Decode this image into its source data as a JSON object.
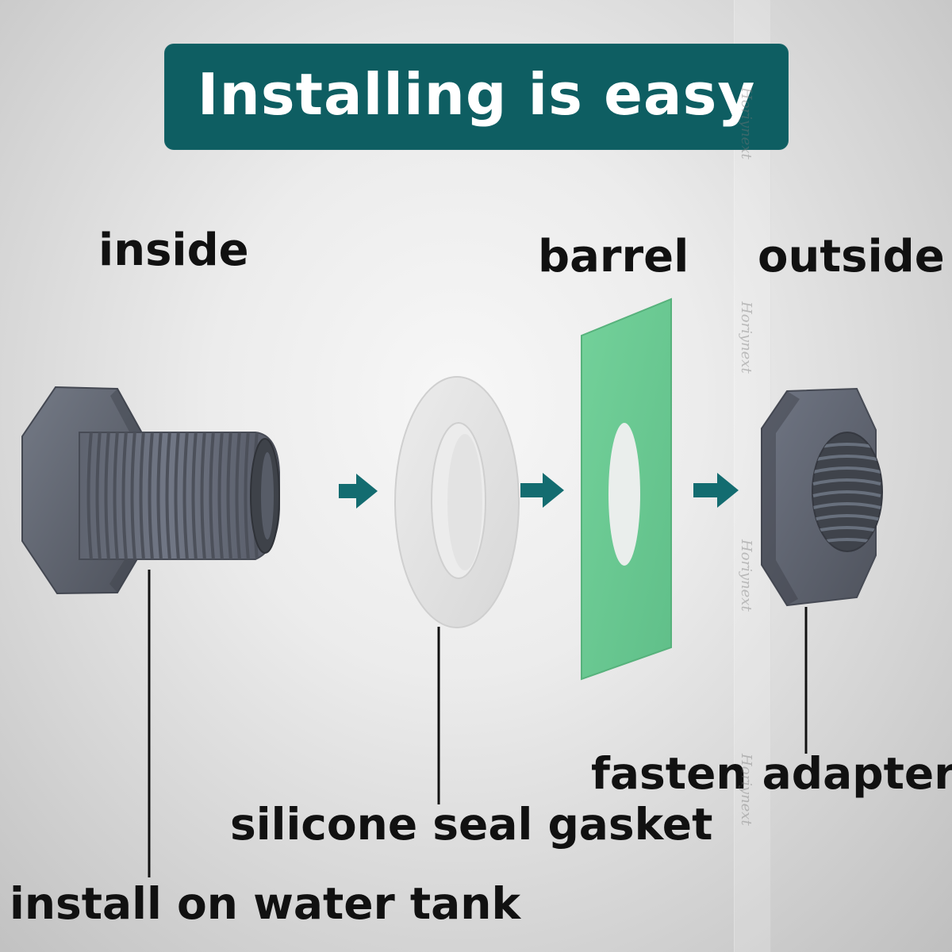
{
  "header": {
    "title": "Installing is easy"
  },
  "labels": {
    "inside": "inside",
    "barrel": "barrel",
    "outside": "outside",
    "fasten_adapter": "fasten adapter",
    "silicone_seal_gasket": "silicone seal gasket",
    "install_on_water_tank": "install on water tank"
  },
  "watermark": {
    "text": "Horiynext"
  },
  "colors": {
    "banner": "#0e5e62",
    "arrow": "#136c70",
    "fitting": "#5f6470",
    "gasket": "#dddddd",
    "barrel": "#68c891"
  },
  "icons": {
    "arrow": "right-arrow-icon",
    "fitting": "threaded-fitting-icon",
    "gasket": "gasket-ring-icon",
    "barrel": "barrel-panel-icon",
    "nut": "hex-nut-icon"
  }
}
